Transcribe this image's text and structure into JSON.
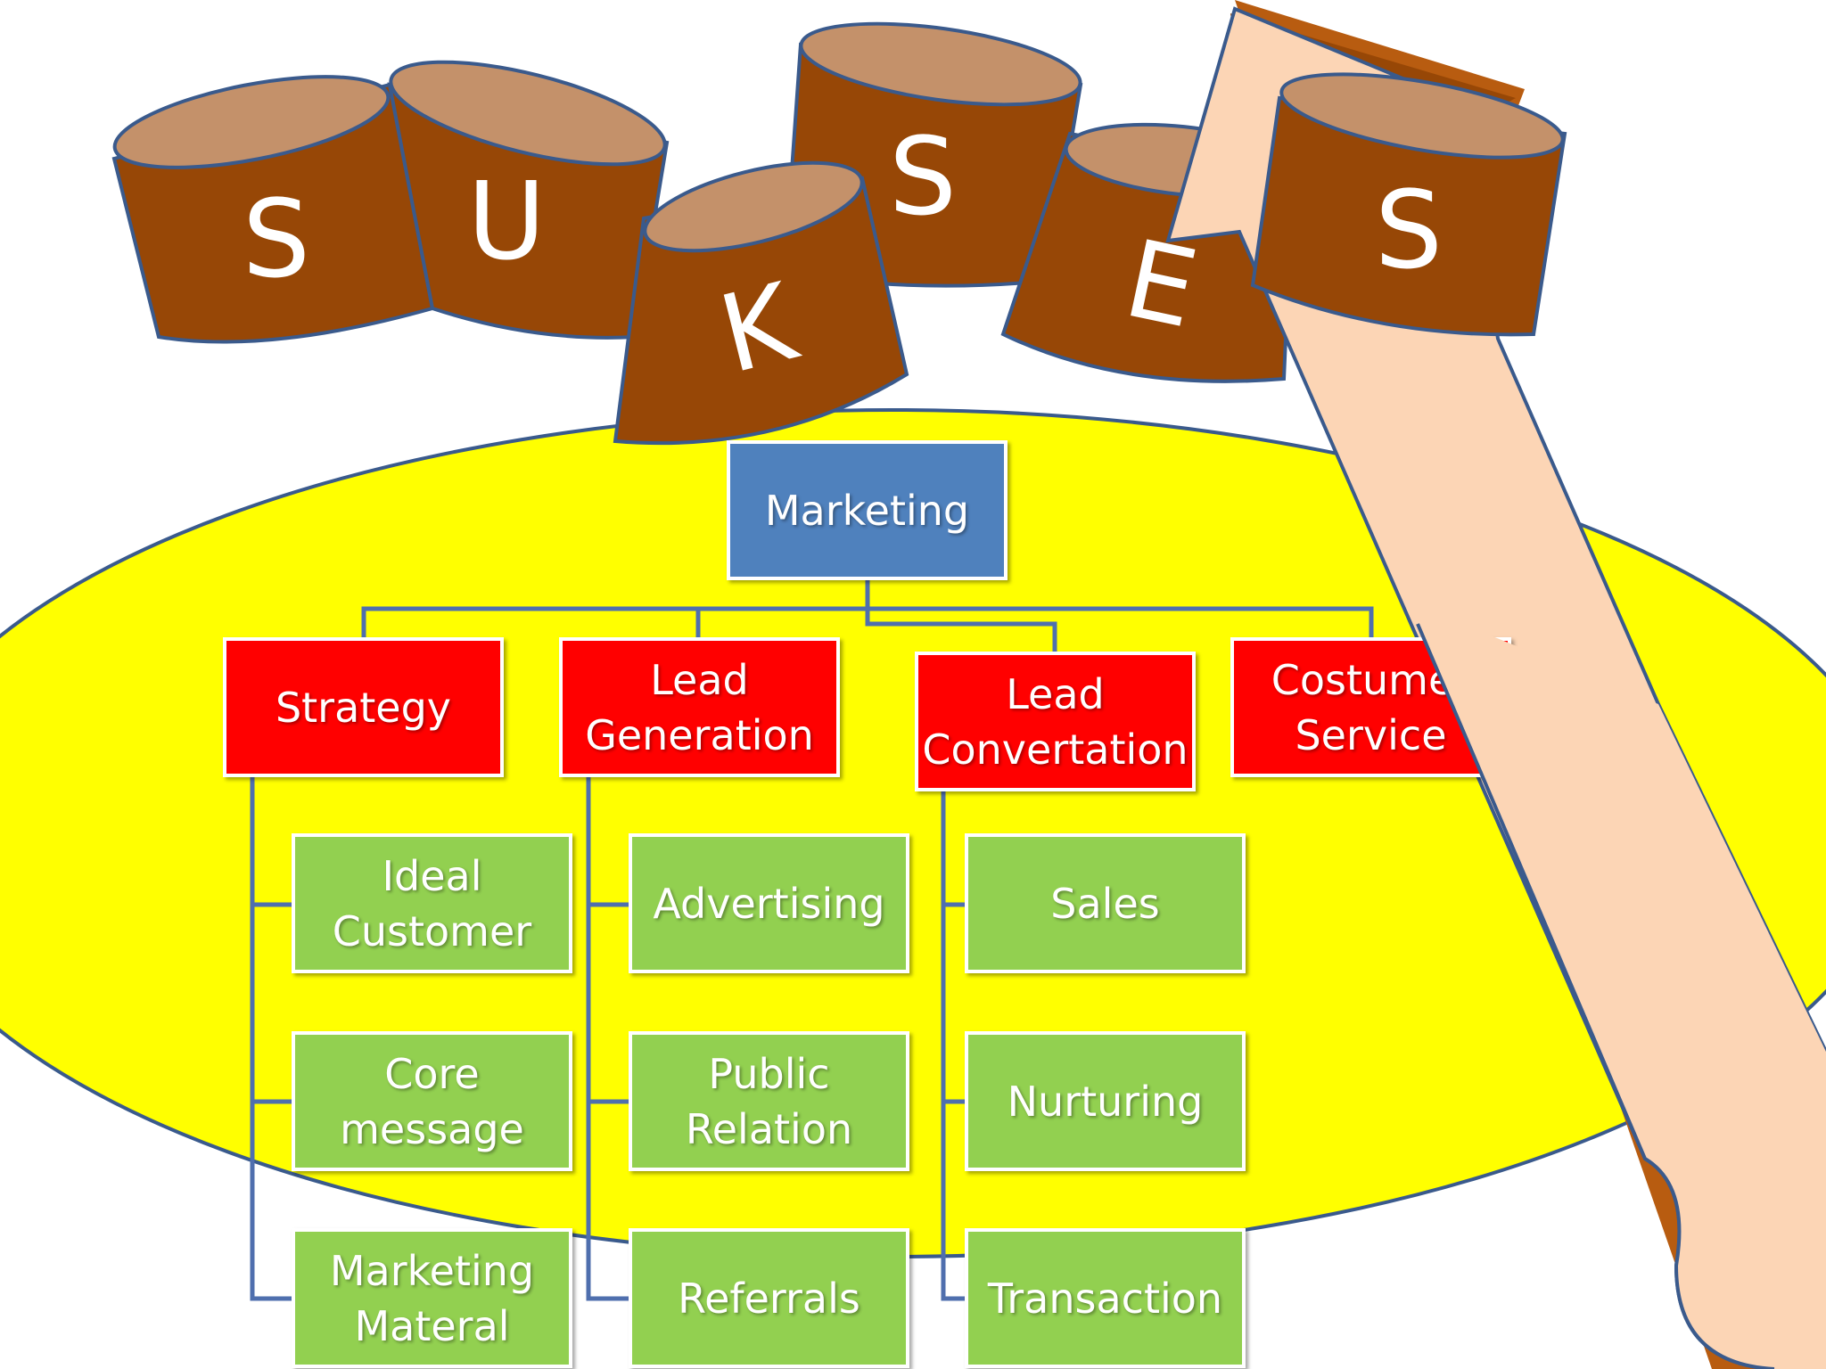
{
  "banner": {
    "letters": [
      "S",
      "U",
      "K",
      "S",
      "E",
      "S"
    ]
  },
  "root": {
    "label": "Marketing"
  },
  "categories": [
    {
      "label": "Strategy",
      "children": [
        "Ideal\nCustomer",
        "Core\nmessage",
        "Marketing\nMateral"
      ]
    },
    {
      "label": "Lead\nGeneration",
      "children": [
        "Advertising",
        "Public\nRelation",
        "Referrals"
      ]
    },
    {
      "label": "Lead\nConvertation",
      "children": [
        "Sales",
        "Nurturing",
        "Transaction"
      ]
    },
    {
      "label": "Costumer\nService",
      "children": []
    }
  ],
  "colors": {
    "ellipse": "#ffff00",
    "root": "#4f81bd",
    "category": "#ff0000",
    "leaf": "#92d050",
    "connector": "#4f6fae",
    "drum_body": "#974706",
    "drum_top": "#c4916a",
    "arrow_face": "#fcd5b5",
    "arrow_edge": "#b85c10"
  }
}
